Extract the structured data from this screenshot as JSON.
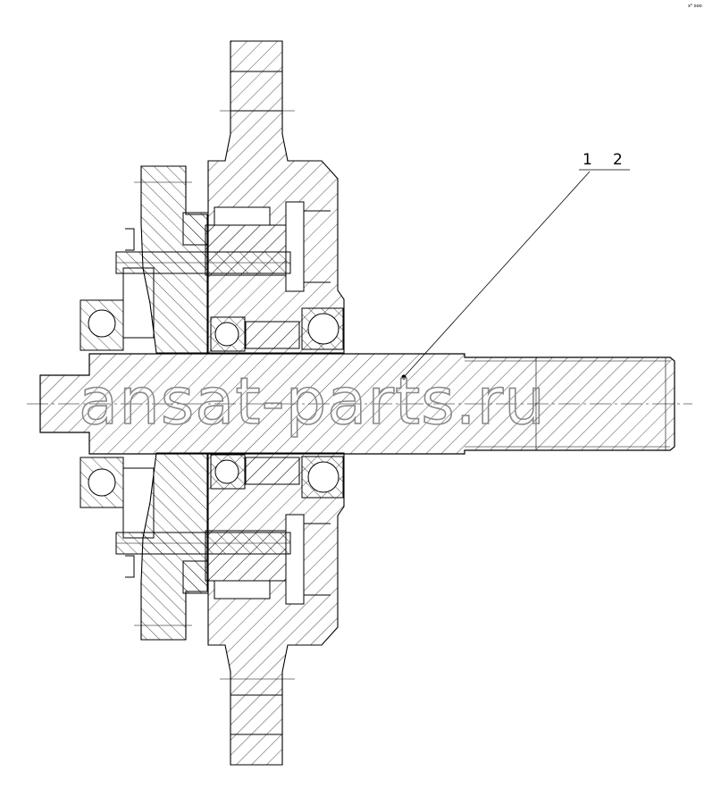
{
  "diagram": {
    "callouts": [
      {
        "id": "1",
        "label": "1"
      },
      {
        "id": "2",
        "label": "2"
      }
    ],
    "corner_mark": "x⁰ ooo",
    "watermark": "ansat-parts.ru"
  }
}
